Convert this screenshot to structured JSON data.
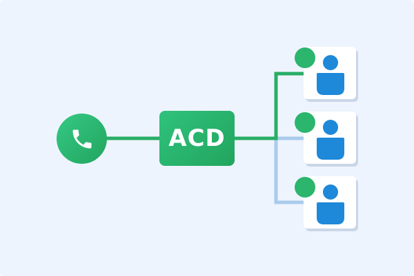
{
  "acd": {
    "label": "ACD"
  },
  "colors": {
    "background": "#eef4fd",
    "active_line": "#28ad65",
    "idle_line": "#a8cbec",
    "agent_blue": "#1e88d9",
    "status_green": "#2bb56d"
  },
  "icons": {
    "caller": "phone-icon",
    "agent": "person-icon",
    "status": "status-dot"
  },
  "agents": [
    {
      "status": "available",
      "connected": true
    },
    {
      "status": "available",
      "connected": false
    },
    {
      "status": "available",
      "connected": false
    }
  ]
}
